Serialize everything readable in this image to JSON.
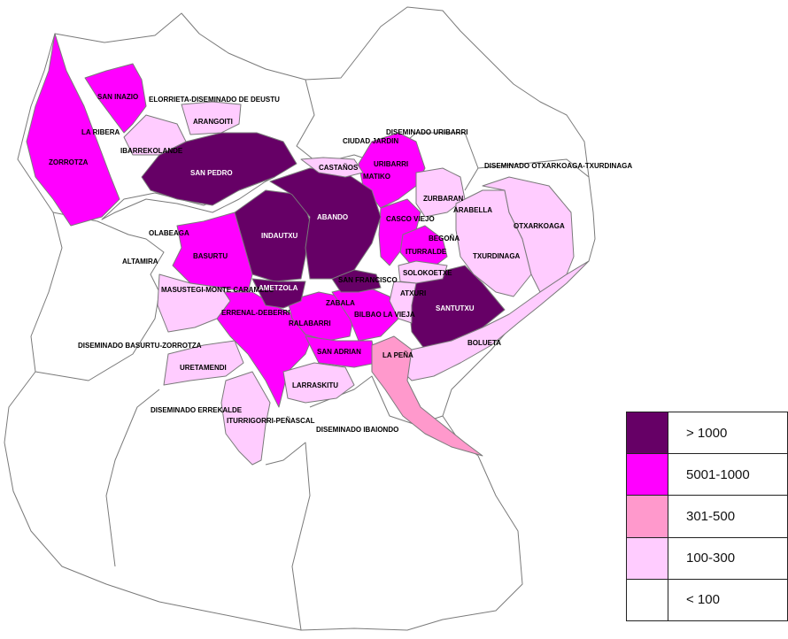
{
  "colors": {
    "class1": "#660066",
    "class2": "#ff00ff",
    "class3": "#ff99cc",
    "class4": "#ffccff",
    "class5": "#ffffff",
    "stroke": "#7a7a7a"
  },
  "legend": [
    {
      "label": "> 1000",
      "color": "#660066"
    },
    {
      "label": "5001-1000",
      "color": "#ff00ff"
    },
    {
      "label": "301-500",
      "color": "#ff99cc"
    },
    {
      "label": "100-300",
      "color": "#ffccff"
    },
    {
      "label": "< 100",
      "color": "#ffffff"
    }
  ],
  "neighborhoods": [
    {
      "label": "SAN INAZIO",
      "cls": 2
    },
    {
      "label": "ELORRIETA-DISEMINADO DE DEUSTU",
      "cls": 5
    },
    {
      "label": "ARANGOITI",
      "cls": 4
    },
    {
      "label": "LA RIBERA",
      "cls": 5
    },
    {
      "label": "IBARREKOLANDE",
      "cls": 4
    },
    {
      "label": "ZORROTZA",
      "cls": 2
    },
    {
      "label": "SAN PEDRO",
      "cls": 1
    },
    {
      "label": "CIUDAD JARDIN",
      "cls": 5
    },
    {
      "label": "DISEMINADO URIBARRI",
      "cls": 5
    },
    {
      "label": "CASTAÑOS",
      "cls": 4
    },
    {
      "label": "URIBARRI",
      "cls": 2
    },
    {
      "label": "MATIKO",
      "cls": 2
    },
    {
      "label": "DISEMINADO OTXARKOAGA-TXURDINAGA",
      "cls": 5
    },
    {
      "label": "ZURBARAN",
      "cls": 4
    },
    {
      "label": "ARABELLA",
      "cls": 4
    },
    {
      "label": "OTXARKOAGA",
      "cls": 4
    },
    {
      "label": "TXURDINAGA",
      "cls": 4
    },
    {
      "label": "OLABEAGA",
      "cls": 5
    },
    {
      "label": "INDAUTXU",
      "cls": 1
    },
    {
      "label": "ABANDO",
      "cls": 1
    },
    {
      "label": "CASCO VIEJO",
      "cls": 2
    },
    {
      "label": "BEGOÑA",
      "cls": 2
    },
    {
      "label": "ITURRALDE",
      "cls": 2
    },
    {
      "label": "SOLOKOETXE",
      "cls": 4
    },
    {
      "label": "ALTAMIRA",
      "cls": 5
    },
    {
      "label": "BASURTU",
      "cls": 2
    },
    {
      "label": "MASUSTEGI-MONTE CARAMELO",
      "cls": 4
    },
    {
      "label": "AMETZOLA",
      "cls": 1
    },
    {
      "label": "SAN FRANCISCO",
      "cls": 1
    },
    {
      "label": "ATXURI",
      "cls": 4
    },
    {
      "label": "SANTUTXU",
      "cls": 1
    },
    {
      "label": "ZABALA",
      "cls": 2
    },
    {
      "label": "ERRENAL-DEBERRI",
      "cls": 2
    },
    {
      "label": "BILBAO LA VIEJA",
      "cls": 2
    },
    {
      "label": "BOLUETA",
      "cls": 4
    },
    {
      "label": "DISEMINADO BASURTU-ZORROTZA",
      "cls": 5
    },
    {
      "label": "RALABARRI",
      "cls": 2
    },
    {
      "label": "SAN ADRIAN",
      "cls": 2
    },
    {
      "label": "LA PEÑA",
      "cls": 3
    },
    {
      "label": "URETAMENDI",
      "cls": 4
    },
    {
      "label": "LARRASKITU",
      "cls": 4
    },
    {
      "label": "DISEMINADO ERREKALDE",
      "cls": 5
    },
    {
      "label": "ITURRIGORRI-PEÑASCAL",
      "cls": 4
    },
    {
      "label": "DISEMINADO IBAIONDO",
      "cls": 5
    }
  ]
}
